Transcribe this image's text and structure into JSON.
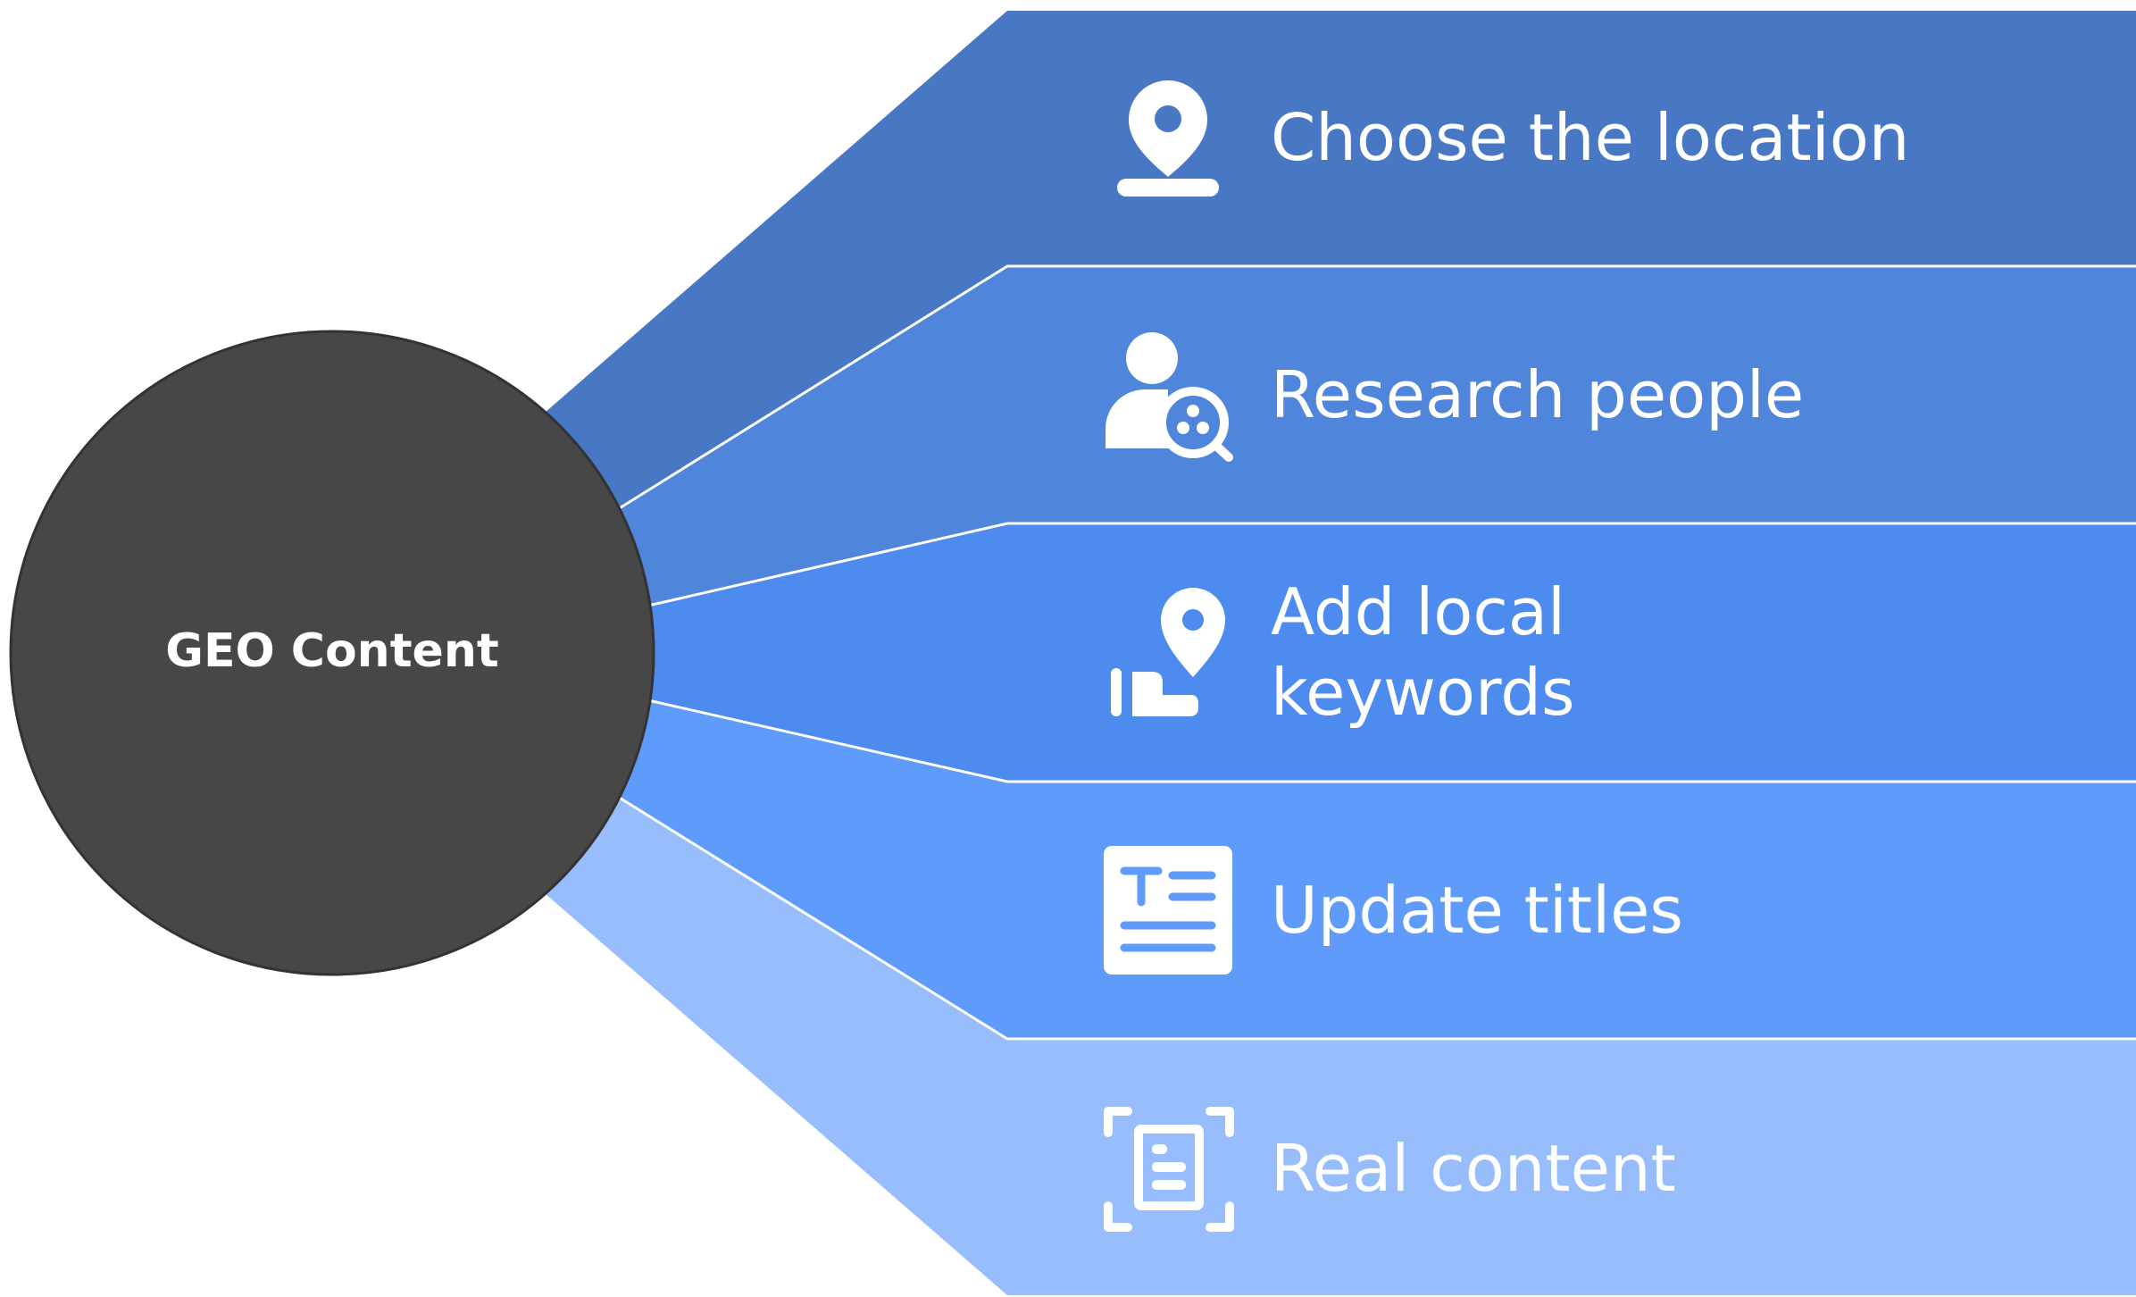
{
  "center": {
    "label": "GEO Content",
    "color": "#474747"
  },
  "items": [
    {
      "label_lines": [
        "Choose the location"
      ],
      "icon": "location-pin-icon",
      "color": "#4878C4"
    },
    {
      "label_lines": [
        "Research people"
      ],
      "icon": "person-search-icon",
      "color": "#4F85DB"
    },
    {
      "label_lines": [
        "Add local",
        "keywords"
      ],
      "icon": "hand-location-pin-icon",
      "color": "#4D8BEF"
    },
    {
      "label_lines": [
        "Update titles"
      ],
      "icon": "document-title-icon",
      "color": "#5E9BFB"
    },
    {
      "label_lines": [
        "Real content"
      ],
      "icon": "scan-document-icon",
      "color": "#98BDFD"
    }
  ]
}
